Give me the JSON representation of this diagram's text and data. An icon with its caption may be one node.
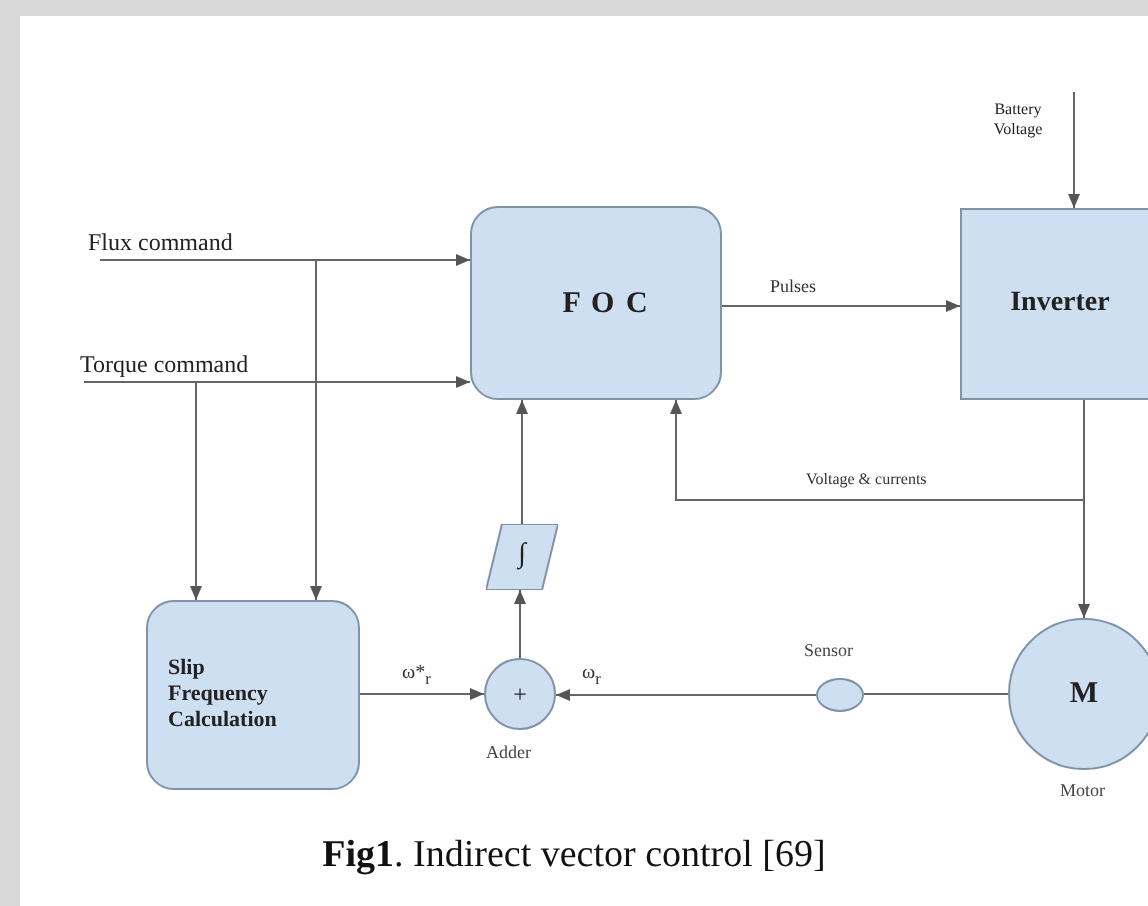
{
  "diagram": {
    "caption": "**Fig1**. Indirect vector control [69]",
    "nodes": [
      {
        "text": [
          "Flux command"
        ]
      },
      {
        "text": [
          "Torque command"
        ]
      },
      {
        "text": [
          "F O C"
        ]
      },
      {
        "text": [
          "Inverter"
        ]
      },
      {
        "text": [
          "Battery Voltage"
        ]
      },
      {
        "text": [
          "Slip Frequency Calculation"
        ]
      },
      {
        "text": [
          "+"
        ],
        "beside": [
          "Adder"
        ]
      },
      {
        "text": [
          "∫"
        ]
      },
      {
        "text": [],
        "shape": "ellipse",
        "beside": [
          "Sensor"
        ]
      },
      {
        "text": [
          "M"
        ],
        "beside": [
          "Motor"
        ]
      }
    ],
    "edges": [
      {
        "from": 0,
        "to": 2,
        "arrow": "to"
      },
      {
        "from": 1,
        "to": 2,
        "arrow": "to"
      },
      {
        "from": 0,
        "to": 5,
        "arrow": "to"
      },
      {
        "from": 1,
        "to": 5,
        "arrow": "to"
      },
      {
        "from": 2,
        "to": 3,
        "arrow": "to",
        "label": "Pulses"
      },
      {
        "from": 4,
        "to": 3,
        "arrow": "to"
      },
      {
        "from": 3,
        "to": 9,
        "arrow": "to"
      },
      {
        "from": 3,
        "to": 2,
        "arrow": "to",
        "label": "Voltage & currents"
      },
      {
        "from": 5,
        "to": 6,
        "arrow": "to",
        "label": "ω*$_{r}$"
      },
      {
        "from": 8,
        "to": 6,
        "arrow": "to",
        "label": "ω$_{r}$"
      },
      {
        "from": 9,
        "to": 8,
        "arrow": "none"
      },
      {
        "from": 6,
        "to": 7,
        "arrow": "to"
      },
      {
        "from": 7,
        "to": 2,
        "arrow": "to"
      }
    ]
  }
}
